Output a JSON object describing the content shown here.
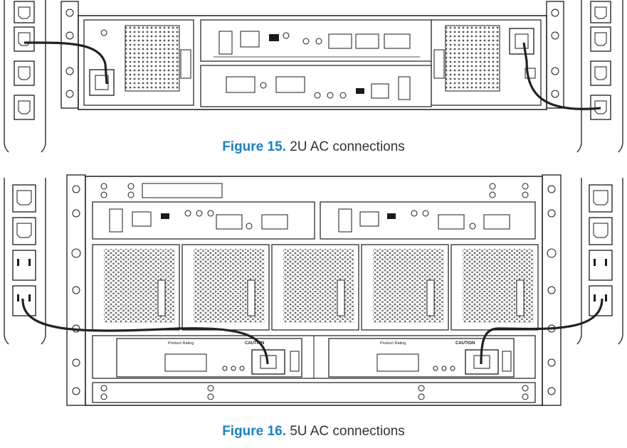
{
  "colors": {
    "accent": "#1a80c4",
    "caption_text": "#333333",
    "line": "#1a1a1a",
    "cable": "#222222",
    "face_grey": "#f2f2f2"
  },
  "figures": [
    {
      "number": "Figure 15.",
      "title": "2U AC connections"
    },
    {
      "number": "Figure 16.",
      "title": "5U AC connections"
    }
  ],
  "labels": {
    "product_rating": "Product Rating",
    "caution": "CAUTION"
  }
}
